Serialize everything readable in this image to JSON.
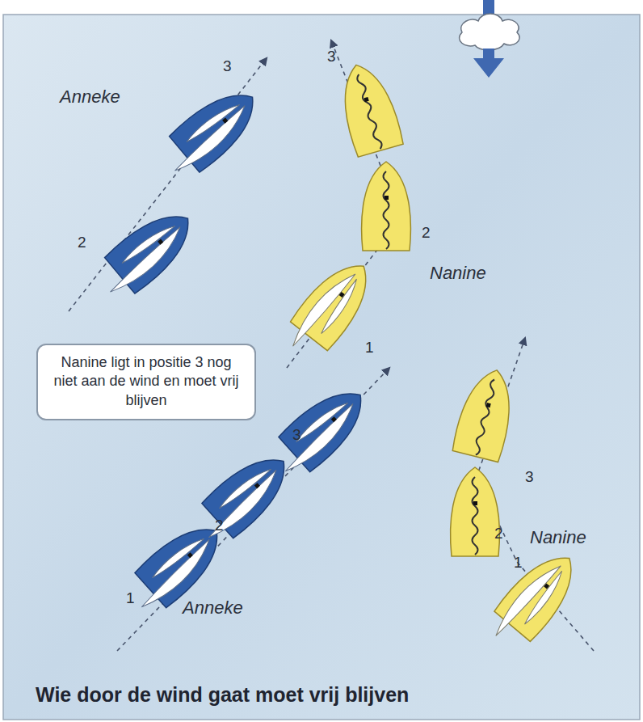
{
  "diagram": {
    "caption": "Wie door de wind gaat moet vrij blijven",
    "nodes": [
      {
        "text": [
          "Nanine ligt in positie 3 nog niet aan de wind en moet vrij blijven"
        ]
      }
    ],
    "labels": [
      "3",
      "3",
      "Anneke",
      "2",
      "2",
      "Nanine",
      "1",
      "3",
      "3",
      "2",
      "2",
      "Nanine",
      "1",
      "1",
      "Anneke"
    ]
  }
}
